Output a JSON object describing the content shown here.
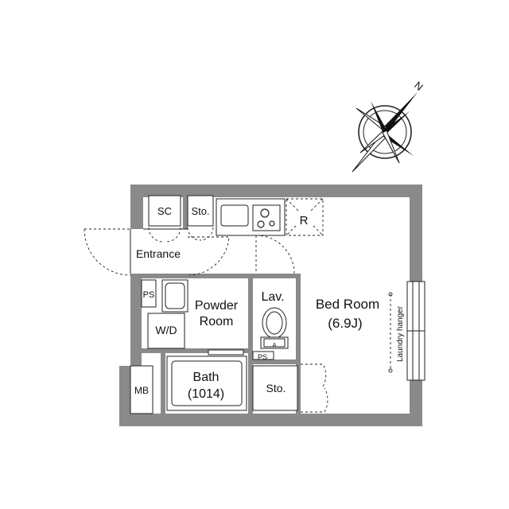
{
  "compass": {
    "north_label": "N"
  },
  "rooms": {
    "sc": "SC",
    "sto_top": "Sto.",
    "refrigerator": "R",
    "entrance": "Entrance",
    "ps_left": "PS",
    "powder_line1": "Powder",
    "powder_line2": "Room",
    "wd": "W/D",
    "lav": "Lav.",
    "bed_line1": "Bed Room",
    "bed_line2": "(6.9J)",
    "laundry": "Laundry hanger",
    "ps_small": "PS",
    "bath_line1": "Bath",
    "bath_line2": "(1014)",
    "sto_bottom": "Sto.",
    "mb": "MB"
  }
}
